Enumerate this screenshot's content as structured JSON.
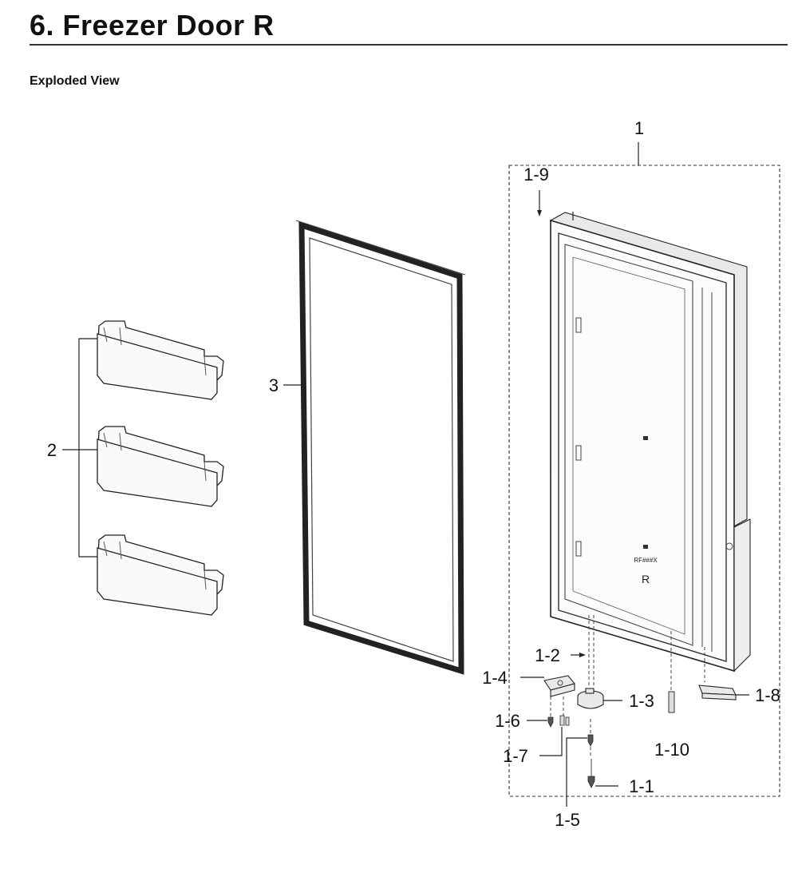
{
  "page": {
    "title": "6.  Freezer Door R",
    "section": "Exploded View"
  },
  "door_marking": {
    "model_text": "RF###X",
    "side_letter": "R"
  },
  "callouts": {
    "door_assembly": "1",
    "cap_screw_top": "1-9",
    "pin": "1-2",
    "hinge_bracket": "1-4",
    "cam": "1-3",
    "stopper": "1-8",
    "screw_a": "1-6",
    "screw_b": "1-7",
    "screw_c": "1-5",
    "pin_long": "1-10",
    "screw_d": "1-1",
    "guard": "2",
    "gasket": "3"
  }
}
